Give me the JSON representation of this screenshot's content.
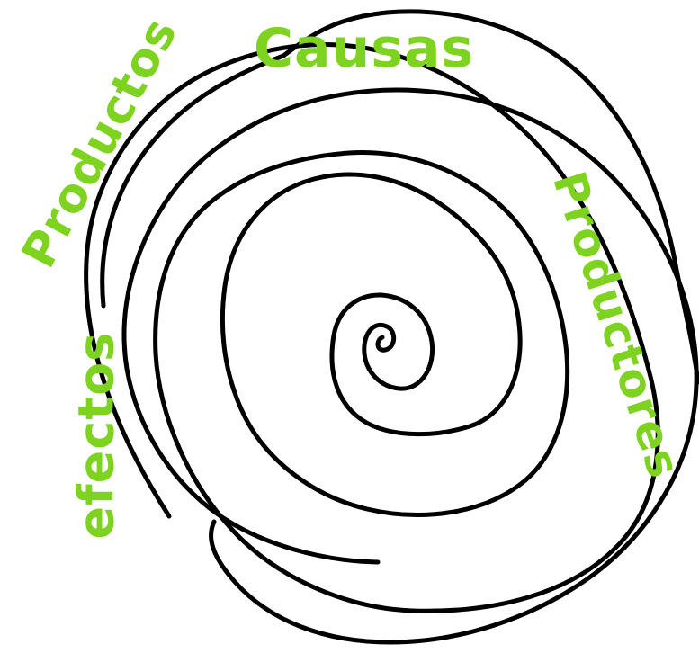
{
  "diagram": {
    "labels": {
      "causas": "Causas",
      "productos": "Productos",
      "efectos": "efectos",
      "productores": "Productores"
    },
    "colors": {
      "label": "#7ed321",
      "line": "#000000",
      "background": "#ffffff"
    }
  }
}
